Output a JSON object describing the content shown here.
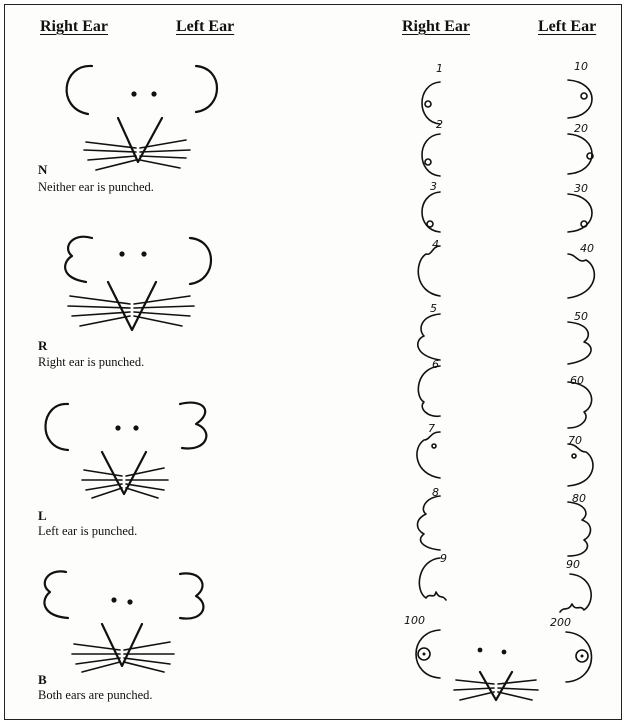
{
  "headers": {
    "left_right": "Right Ear",
    "left_left": "Left Ear",
    "right_right": "Right Ear",
    "right_left": "Left Ear"
  },
  "examples": [
    {
      "code": "N",
      "caption": "Neither ear is punched."
    },
    {
      "code": "R",
      "caption": "Right ear is punched."
    },
    {
      "code": "L",
      "caption": "Left ear is punched."
    },
    {
      "code": "B",
      "caption": "Both ears are punched."
    }
  ],
  "right_ear_numbers": [
    "1",
    "2",
    "3",
    "4",
    "5",
    "6",
    "7",
    "8",
    "9",
    "100"
  ],
  "left_ear_numbers": [
    "10",
    "20",
    "30",
    "40",
    "50",
    "60",
    "70",
    "80",
    "90",
    "200"
  ]
}
